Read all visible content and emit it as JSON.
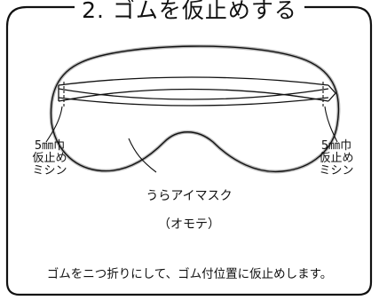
{
  "title": "2. ゴムを仮止めする",
  "labels": {
    "left_tack": "5㎜巾\n仮止め\nミシン",
    "right_tack": "5㎜巾\n仮止め\nミシン",
    "mask_side_line1": "うらアイマスク",
    "mask_side_line2": "（オモテ）"
  },
  "instruction": "ゴムをニつ折りにして、ゴム付位置に仮止めします。"
}
